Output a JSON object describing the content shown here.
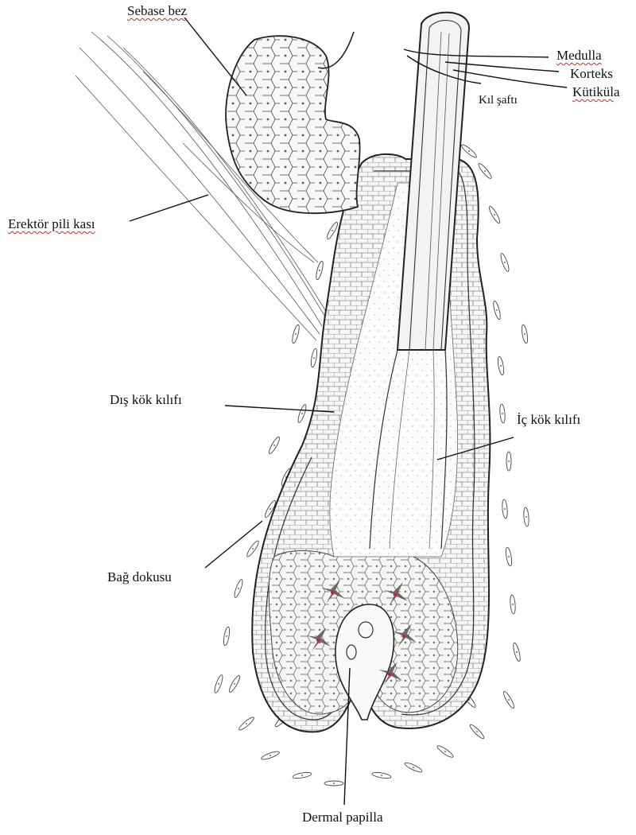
{
  "labels": {
    "sebaceous_gland": "Sebase bez",
    "medulla": "Medulla",
    "cortex": "Korteks",
    "cuticle": "Kütikül",
    "cuticle_suffix": "a",
    "hair_shaft": "Kıl şaftı",
    "arrector_pili": "Erektör pili kası",
    "outer_root_sheath": "Dış kök kılıfı",
    "inner_root_sheath": "İç kök kılıfı",
    "connective_tissue": "Bağ dokusu",
    "dermal_papilla": "Dermal papilla"
  },
  "colors": {
    "line": "#2a2a2a",
    "fill": "#f4f4f2",
    "melanocyte": "#5a4f55",
    "melanocyte_dot": "#c0282e",
    "spellcheck": "#d22222"
  }
}
